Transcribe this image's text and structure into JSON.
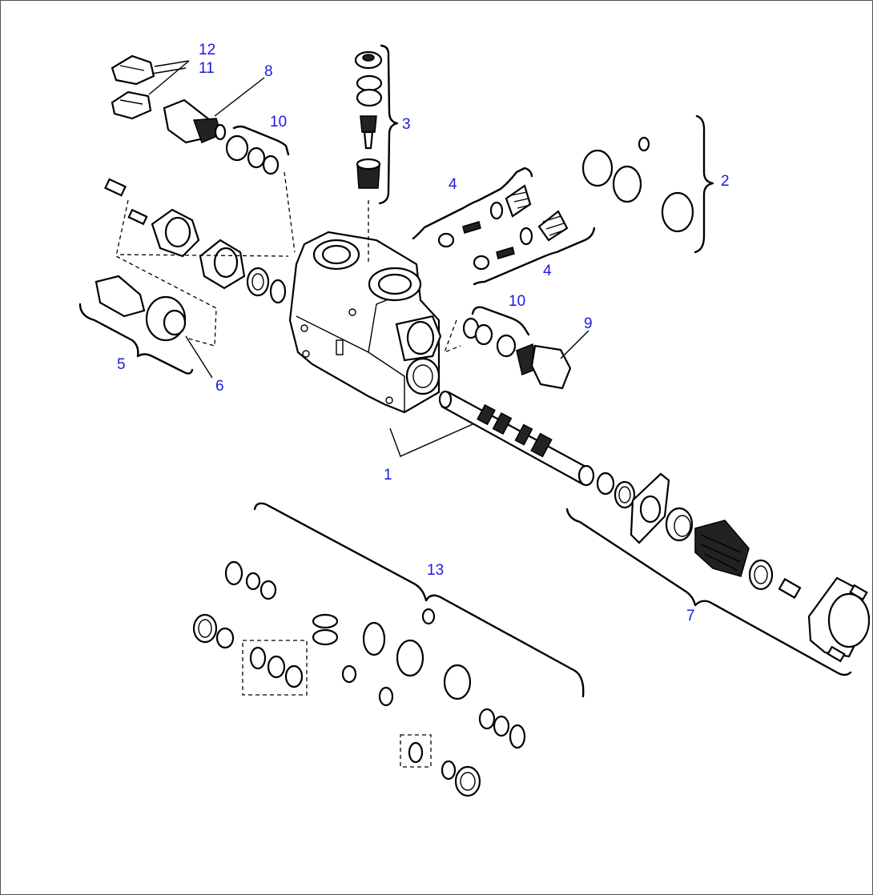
{
  "diagram": {
    "callouts": [
      {
        "id": "c1",
        "label": "1"
      },
      {
        "id": "c2",
        "label": "2"
      },
      {
        "id": "c3",
        "label": "3"
      },
      {
        "id": "c4a",
        "label": "4"
      },
      {
        "id": "c4b",
        "label": "4"
      },
      {
        "id": "c5",
        "label": "5"
      },
      {
        "id": "c6",
        "label": "6"
      },
      {
        "id": "c7",
        "label": "7"
      },
      {
        "id": "c8",
        "label": "8"
      },
      {
        "id": "c9",
        "label": "9"
      },
      {
        "id": "c10a",
        "label": "10"
      },
      {
        "id": "c10b",
        "label": "10"
      },
      {
        "id": "c11",
        "label": "11"
      },
      {
        "id": "c12",
        "label": "12"
      },
      {
        "id": "c13",
        "label": "13"
      }
    ],
    "colors": {
      "callout": "#1a1adb",
      "line": "#000000",
      "background": "#ffffff"
    }
  }
}
